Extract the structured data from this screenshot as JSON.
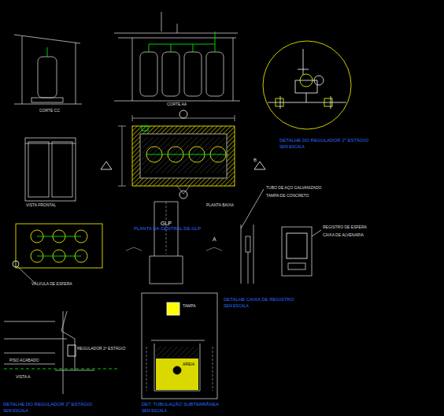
{
  "diagram": {
    "nodes": [
      {
        "text": [
          "GLP"
        ]
      }
    ],
    "labels": [
      "CORTE CC",
      "CORTE AA",
      "DETALHE DO REGULADOR 1º ESTÁGIO",
      "SEM ESCALA",
      "PLANTA BAIXA",
      "PLANTA DA CENTRAL DE GLP",
      "VISTA FRONTAL",
      "VÁLVULA DE ESFERA",
      "DETALHE CAIXA DE REGISTRO",
      "SEM ESCALA",
      "TUBO DE AÇO GALVANIZADO",
      "REGISTRO DE ESFERA",
      "CAIXA DE ALVENARIA",
      "TAMPA DE CONCRETO",
      "DETALHE DO REGULADOR 2º ESTÁGIO",
      "SEM ESCALA",
      "VISTA A",
      "PISO ACABADO",
      "REGULADOR 2º ESTÁGIO",
      "DET. TUBULAÇÃO SUBTERRÂNEA",
      "SEM ESCALA",
      "TAMPA",
      "AREIA",
      "A",
      "B"
    ]
  }
}
